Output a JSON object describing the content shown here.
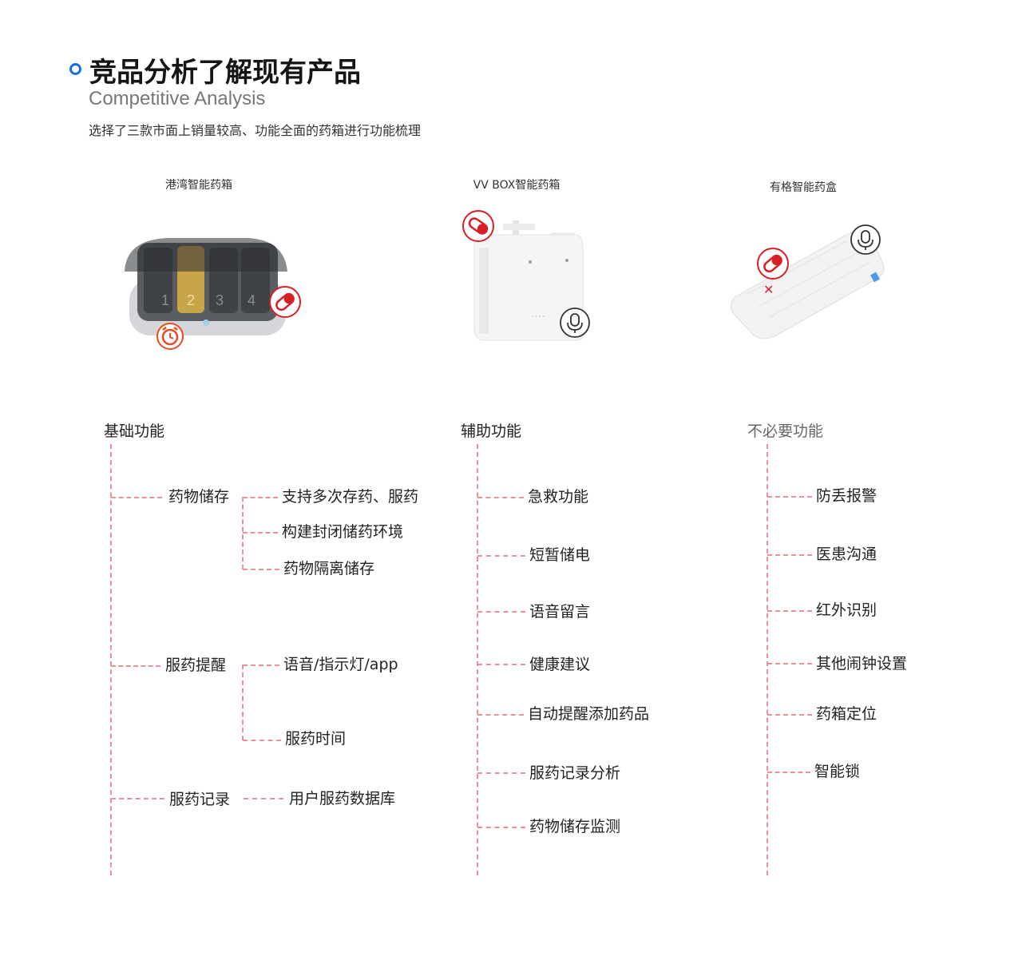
{
  "header": {
    "title": "竞品分析了解现有产品",
    "subtitle": "Competitive Analysis",
    "description": "选择了三款市面上销量较高、功能全面的药箱进行功能梳理",
    "accent_color": "#1a6fe6"
  },
  "products": [
    {
      "name": "港湾智能药箱",
      "compartments": [
        "1",
        "2",
        "3",
        "4"
      ],
      "icons": [
        "pill-icon",
        "alarm-clock-icon"
      ]
    },
    {
      "name": "VV BOX智能药箱",
      "icons": [
        "pill-icon",
        "microphone-icon"
      ]
    },
    {
      "name": "有格智能药盒",
      "icons": [
        "pill-icon",
        "microphone-icon"
      ]
    }
  ],
  "columns": {
    "basic": {
      "title": "基础功能",
      "groups": [
        {
          "label": "药物储存",
          "children": [
            "支持多次存药、服药",
            "构建封闭储药环境",
            "药物隔离储存"
          ]
        },
        {
          "label": "服药提醒",
          "children": [
            "语音/指示灯/app",
            "服药时间"
          ]
        },
        {
          "label": "服药记录",
          "children": [
            "用户服药数据库"
          ]
        }
      ]
    },
    "auxiliary": {
      "title": "辅助功能",
      "items": [
        "急救功能",
        "短暂储电",
        "语音留言",
        "健康建议",
        "自动提醒添加药品",
        "服药记录分析",
        "药物储存监测"
      ]
    },
    "unnecessary": {
      "title": "不必要功能",
      "items": [
        "防丢报警",
        "医患沟通",
        "红外识别",
        "其他闹钟设置",
        "药箱定位",
        "智能锁"
      ]
    }
  },
  "colors": {
    "line": "#e8919a",
    "icon_red": "#d81f26",
    "title_gray": "#666666"
  }
}
